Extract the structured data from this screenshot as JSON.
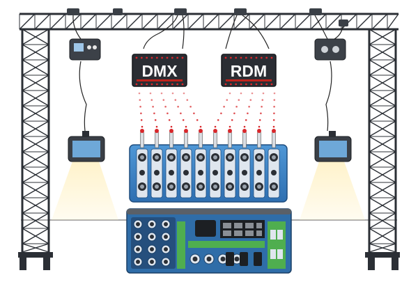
{
  "signs": {
    "dmx": "DMX",
    "rdm": "RDM"
  },
  "patch_panel": {
    "channels": 10
  },
  "colors": {
    "truss": "#2b2f35",
    "panel_blue": "#3a82c4",
    "panel_dark": "#2b5f95",
    "rack_blue": "#2f6da8",
    "rack_green": "#4fae4f",
    "sign_bg": "#2a2d33",
    "sign_red": "#c1221b",
    "signal_red": "#d8262a",
    "light_beam": "#fff2c8"
  },
  "icons": {
    "sign_led": "red-led-icon",
    "fixture": "moving-head-icon",
    "connector": "xlr-connector-icon"
  }
}
